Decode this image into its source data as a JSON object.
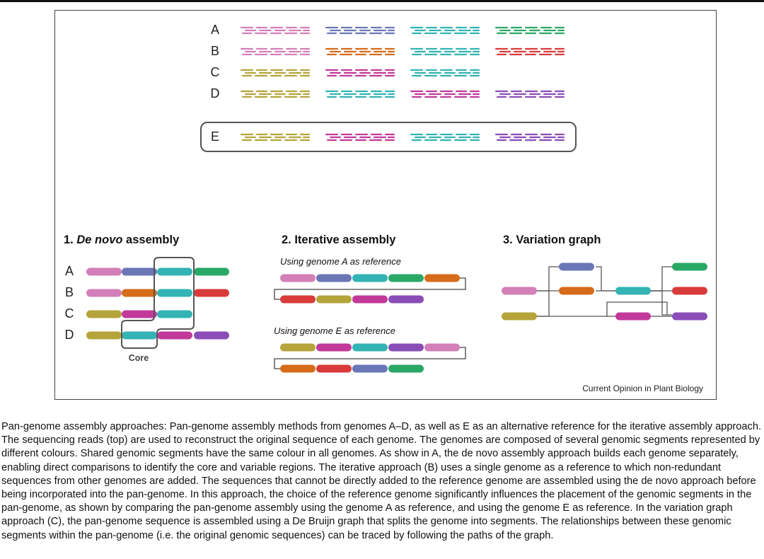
{
  "colors": {
    "pink": "#d37fb8",
    "blue": "#6a76b6",
    "teal": "#33b3b3",
    "green": "#2aa866",
    "orange": "#d66b1a",
    "red": "#d93b3b",
    "olive": "#b5a43a",
    "magenta": "#c2399a",
    "purple": "#8a4db8"
  },
  "reads": {
    "rows": [
      {
        "label": "A",
        "segments": [
          "pink",
          "blue",
          "teal",
          "green"
        ]
      },
      {
        "label": "B",
        "segments": [
          "pink",
          "orange",
          "teal",
          "red"
        ]
      },
      {
        "label": "C",
        "segments": [
          "olive",
          "magenta",
          "teal"
        ]
      },
      {
        "label": "D",
        "segments": [
          "olive",
          "teal",
          "magenta",
          "purple"
        ]
      }
    ],
    "reference_row": {
      "label": "E",
      "segments": [
        "olive",
        "magenta",
        "teal",
        "purple"
      ]
    }
  },
  "panel1": {
    "number": "1.",
    "title_italic": "De novo",
    "title_rest": " assembly",
    "rows": [
      {
        "label": "A",
        "segments": [
          "pink",
          "blue",
          "teal",
          "green"
        ]
      },
      {
        "label": "B",
        "segments": [
          "pink",
          "orange",
          "teal",
          "red"
        ]
      },
      {
        "label": "C",
        "segments": [
          "olive",
          "magenta",
          "teal"
        ]
      },
      {
        "label": "D",
        "segments": [
          "olive",
          "teal",
          "magenta",
          "purple"
        ]
      }
    ],
    "core_label": "Core"
  },
  "panel2": {
    "title": "2. Iterative assembly",
    "ref_a": {
      "subtitle": "Using genome A as reference",
      "top": [
        "pink",
        "blue",
        "teal",
        "green",
        "orange"
      ],
      "bottom": [
        "red",
        "olive",
        "magenta",
        "purple"
      ]
    },
    "ref_e": {
      "subtitle": "Using genome E as reference",
      "top": [
        "olive",
        "magenta",
        "teal",
        "purple",
        "pink"
      ],
      "bottom": [
        "orange",
        "red",
        "blue",
        "green"
      ]
    }
  },
  "panel3": {
    "title": "3. Variation graph",
    "nodes": [
      "blue",
      "green",
      "pink",
      "orange",
      "teal",
      "red",
      "olive",
      "magenta",
      "purple"
    ]
  },
  "credit": "Current Opinion in Plant Biology",
  "caption": "Pan-genome assembly approaches: Pan-genome assembly methods from genomes A–D, as well as E as an alternative reference for the iterative assembly approach. The sequencing reads (top) are used to reconstruct the original sequence of each genome. The genomes are composed of several genomic segments represented by different colours. Shared genomic segments have the same colour in all genomes. As show in A, the de novo assembly approach builds each genome separately, enabling direct comparisons to identify the core and variable regions. The iterative approach (B) uses a single genome as a reference to which non-redundant sequences from other genomes are added. The sequences that cannot be directly added to the reference genome are assembled using the de novo approach before being incorporated into the pan-genome. In this approach, the choice of the reference genome significantly influences the placement of the genomic segments in the pan-genome, as shown by comparing the pan-genome assembly using the genome A as reference, and using the genome E as reference. In the variation graph approach (C), the pan-genome sequence is assembled using a De Bruijn graph that splits the genome into segments. The relationships between these genomic segments within the pan-genome (i.e. the original genomic sequences) can be traced by following the paths of the graph."
}
